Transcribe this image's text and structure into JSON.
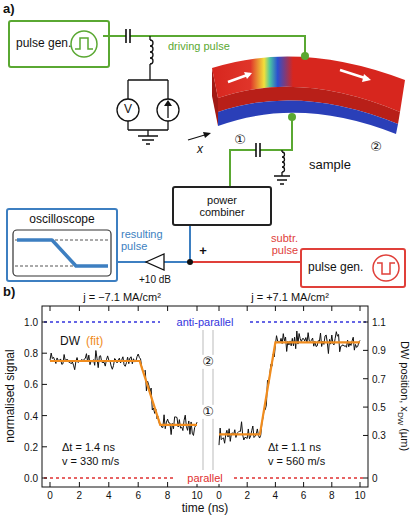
{
  "diagram": {
    "nodes": [
      {
        "text": [
          "pulse gen."
        ]
      },
      {
        "text": [
          "oscilloscope"
        ]
      },
      {
        "text": [
          "power combiner"
        ]
      },
      {
        "text": [
          "pulse gen."
        ]
      }
    ],
    "edges": [
      {
        "from": 3,
        "to": 2,
        "label": "subtr. pulse",
        "arrow": "none"
      },
      {
        "from": 2,
        "to": 1,
        "label": "resulting pulse",
        "arrow": "none"
      }
    ],
    "labels": [
      "a)",
      "driving pulse",
      "V",
      "①",
      "②",
      "x",
      "sample",
      "+10 dB",
      "+",
      "b)",
      "j = −7.1 MA/cm²",
      "j = +7.1 MA/cm²",
      "DW",
      "(fit)",
      "anti-parallel",
      "parallel",
      "Δt = 1.4 ns",
      "v = 330 m/s",
      "Δt = 1.1 ns",
      "v = 560 m/s",
      "②",
      "①",
      "normalised signal",
      "time (ns)",
      "DW position, x",
      "DW",
      "(µm)",
      "0.0",
      "0.2",
      "0.4",
      "0.6",
      "0.8",
      "1.0",
      "0",
      "0.3",
      "0.5",
      "0.7",
      "0.9",
      "1.1",
      "0",
      "2",
      "4",
      "6",
      "8",
      "10",
      "0",
      "2",
      "4",
      "6",
      "8",
      "10"
    ]
  }
}
